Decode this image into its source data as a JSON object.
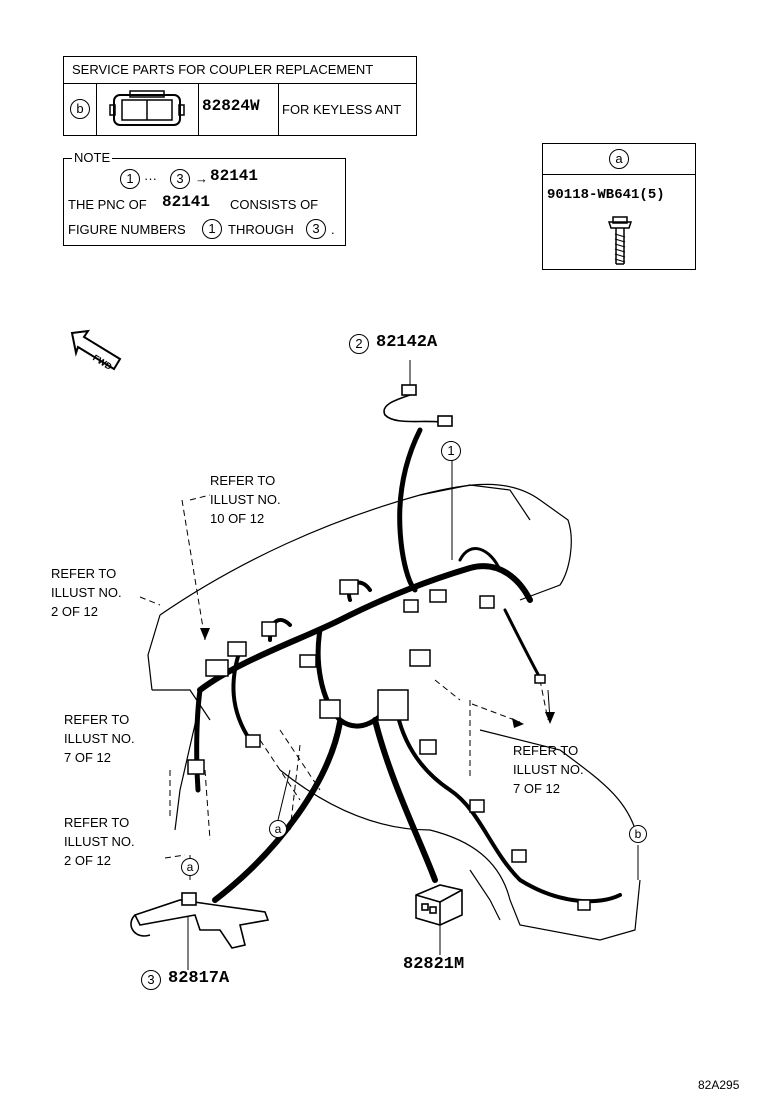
{
  "service_parts": {
    "title": "SERVICE PARTS FOR COUPLER REPLACEMENT",
    "letter": "b",
    "part": "82824W",
    "desc": "FOR KEYLESS ANT"
  },
  "note": {
    "label": "NOTE",
    "range_start": "1",
    "range_sep": "···",
    "range_end": "3",
    "arrow": "→",
    "pnc": "82141",
    "line2_a": "THE PNC OF",
    "line2_pnc": "82141",
    "line2_b": "CONSISTS OF",
    "line3_a": "FIGURE NUMBERS",
    "line3_n1": "1",
    "line3_b": "THROUGH",
    "line3_n2": "3",
    "line3_end": "."
  },
  "bolt_box": {
    "letter": "a",
    "part": "90118-WB641(5)"
  },
  "fwd_label": "FWD",
  "callouts": {
    "c2": {
      "num": "2",
      "part": "82142A"
    },
    "c1": {
      "num": "1"
    },
    "c3": {
      "num": "3",
      "part": "82817A"
    },
    "c4": {
      "part": "82821M"
    },
    "a1": "a",
    "a2": "a",
    "b1": "b"
  },
  "refs": {
    "r10": [
      "REFER TO",
      "ILLUST NO.",
      "10 OF 12"
    ],
    "r2a": [
      "REFER TO",
      "ILLUST NO.",
      "2 OF 12"
    ],
    "r7a": [
      "REFER TO",
      "ILLUST NO.",
      "7 OF 12"
    ],
    "r2b": [
      "REFER TO",
      "ILLUST NO.",
      "2 OF 12"
    ],
    "r7b": [
      "REFER TO",
      "ILLUST NO.",
      "7 OF 12"
    ]
  },
  "figure_code": "82A295"
}
